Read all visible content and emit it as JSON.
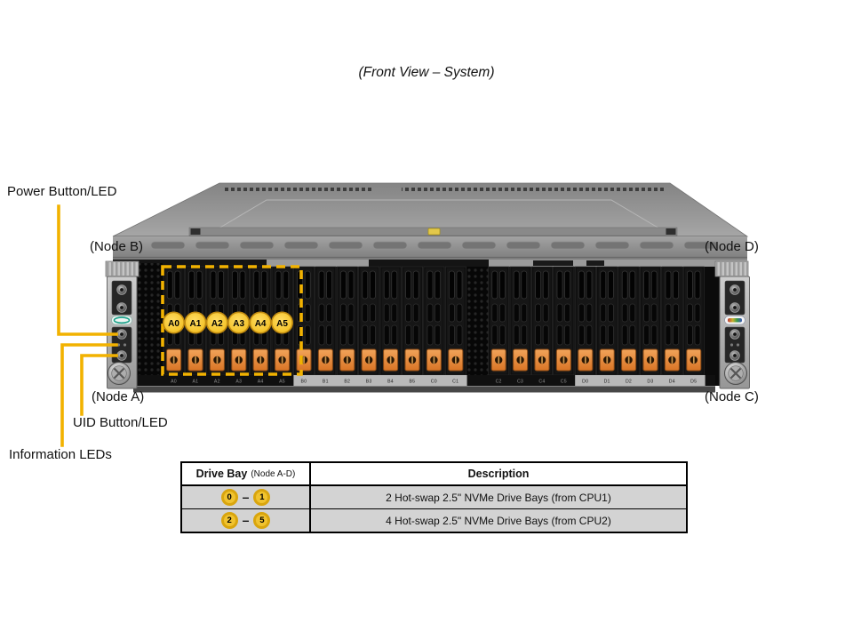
{
  "title": "(Front View – System)",
  "callouts": {
    "power": "Power Button/LED",
    "uid": "UID Button/LED",
    "info": "Information LEDs",
    "node_a": "(Node A)",
    "node_b": "(Node B)",
    "node_c": "(Node C)",
    "node_d": "(Node D)"
  },
  "chassis": {
    "highlight_labels": [
      "A0",
      "A1",
      "A2",
      "A3",
      "A4",
      "A5"
    ],
    "bay_labels": [
      "A0",
      "A1",
      "A2",
      "A3",
      "A4",
      "A5",
      "B0",
      "B1",
      "B2",
      "B3",
      "B4",
      "B5",
      "C0",
      "C1",
      "C2",
      "C3",
      "C4",
      "C5",
      "D0",
      "D1",
      "D2",
      "D3",
      "D4",
      "D5"
    ]
  },
  "table": {
    "header": {
      "bay_main": "Drive Bay",
      "bay_sub": "(Node A-D)",
      "desc": "Description"
    },
    "range_separator": "–",
    "rows": [
      {
        "start": "0",
        "end": "1",
        "desc": "2 Hot-swap 2.5\" NVMe Drive Bays (from CPU1)"
      },
      {
        "start": "2",
        "end": "5",
        "desc": "4 Hot-swap 2.5\" NVMe Drive Bays (from CPU2)"
      }
    ]
  },
  "colors": {
    "accent_yellow": "#F2B200",
    "badge_gold": "#F0C330",
    "badge_border": "#D9A50D",
    "latch_orange": "#E08335",
    "table_row_gray": "#D3D3D3"
  }
}
